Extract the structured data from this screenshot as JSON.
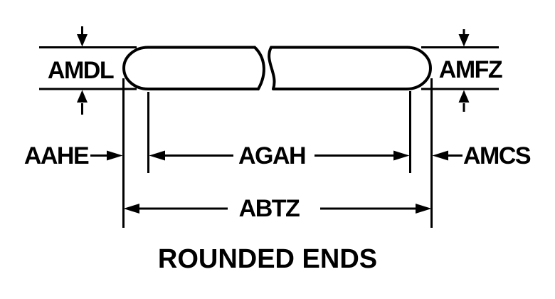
{
  "diagram": {
    "title": "ROUNDED ENDS",
    "labels": {
      "amdl": "AMDL",
      "amfz": "AMFZ",
      "aahe": "AAHE",
      "agah": "AGAH",
      "amcs": "AMCS",
      "abtz": "ABTZ"
    },
    "colors": {
      "line": "#000000",
      "background": "#ffffff"
    }
  }
}
